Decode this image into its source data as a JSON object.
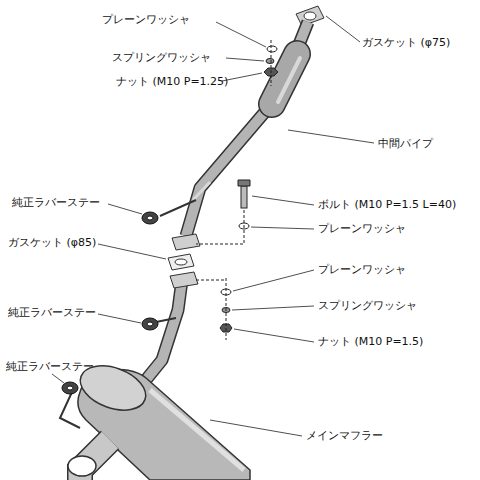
{
  "diagram": {
    "labels": [
      "プレーンワッシャ",
      "スプリングワッシャ",
      "ナット (M10 P=1.25)",
      "ガスケット (φ75)",
      "中間パイプ",
      "純正ラバーステー",
      "ボルト (M10 P=1.5 L=40)",
      "プレーンワッシャ",
      "ガスケット (φ85)",
      "プレーンワッシャ",
      "スプリングワッシャ",
      "純正ラバーステー",
      "ナット (M10 P=1.5)",
      "純正ラバーステー",
      "メインマフラー"
    ]
  }
}
